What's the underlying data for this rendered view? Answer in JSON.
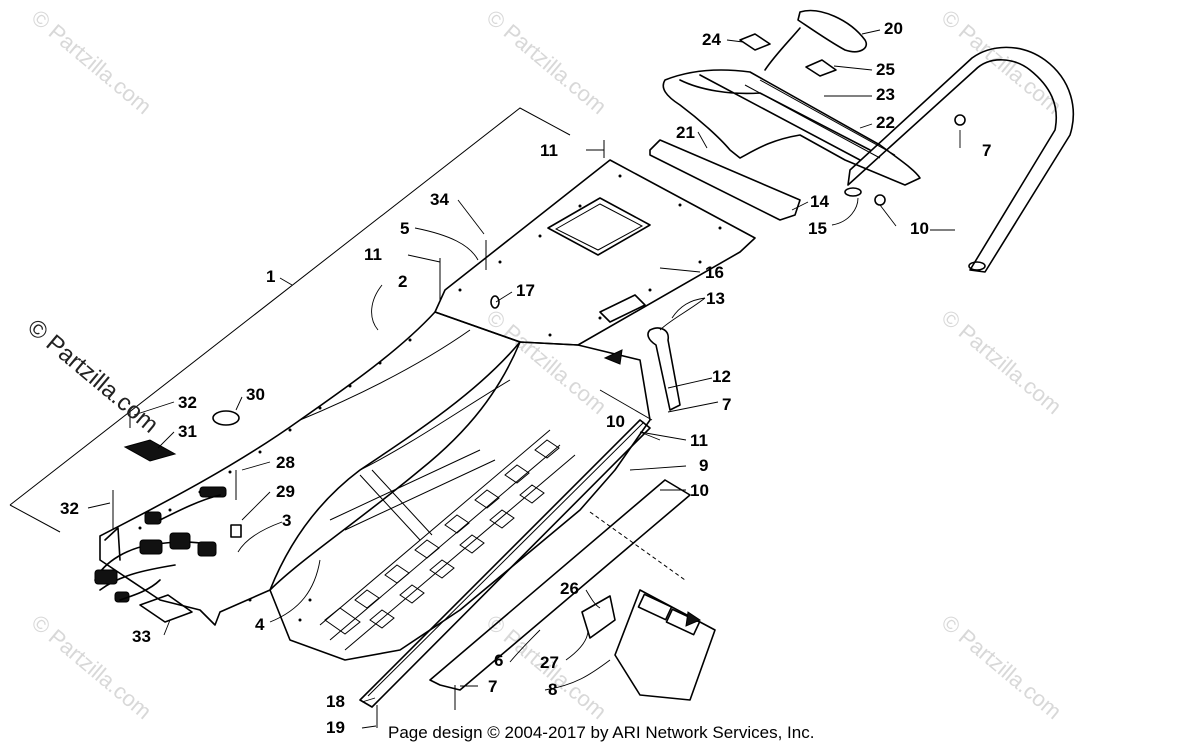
{
  "watermark": "© Partzilla.com",
  "footer": "Page design © 2004-2017 by ARI Network Services, Inc.",
  "callouts": [
    {
      "id": "c1",
      "label": "1"
    },
    {
      "id": "c2",
      "label": "2"
    },
    {
      "id": "c3",
      "label": "3"
    },
    {
      "id": "c4",
      "label": "4"
    },
    {
      "id": "c5",
      "label": "5"
    },
    {
      "id": "c6",
      "label": "6"
    },
    {
      "id": "c7a",
      "label": "7"
    },
    {
      "id": "c7b",
      "label": "7"
    },
    {
      "id": "c7c",
      "label": "7"
    },
    {
      "id": "c8",
      "label": "8"
    },
    {
      "id": "c9",
      "label": "9"
    },
    {
      "id": "c10a",
      "label": "10"
    },
    {
      "id": "c10b",
      "label": "10"
    },
    {
      "id": "c10c",
      "label": "10"
    },
    {
      "id": "c11a",
      "label": "11"
    },
    {
      "id": "c11b",
      "label": "11"
    },
    {
      "id": "c11c",
      "label": "11"
    },
    {
      "id": "c12",
      "label": "12"
    },
    {
      "id": "c13",
      "label": "13"
    },
    {
      "id": "c14",
      "label": "14"
    },
    {
      "id": "c15",
      "label": "15"
    },
    {
      "id": "c16",
      "label": "16"
    },
    {
      "id": "c17",
      "label": "17"
    },
    {
      "id": "c18",
      "label": "18"
    },
    {
      "id": "c19",
      "label": "19"
    },
    {
      "id": "c20",
      "label": "20"
    },
    {
      "id": "c21",
      "label": "21"
    },
    {
      "id": "c22",
      "label": "22"
    },
    {
      "id": "c23",
      "label": "23"
    },
    {
      "id": "c24",
      "label": "24"
    },
    {
      "id": "c25",
      "label": "25"
    },
    {
      "id": "c26",
      "label": "26"
    },
    {
      "id": "c27",
      "label": "27"
    },
    {
      "id": "c28",
      "label": "28"
    },
    {
      "id": "c29",
      "label": "29"
    },
    {
      "id": "c30",
      "label": "30"
    },
    {
      "id": "c31",
      "label": "31"
    },
    {
      "id": "c32a",
      "label": "32"
    },
    {
      "id": "c32b",
      "label": "32"
    },
    {
      "id": "c33",
      "label": "33"
    },
    {
      "id": "c34",
      "label": "34"
    }
  ]
}
